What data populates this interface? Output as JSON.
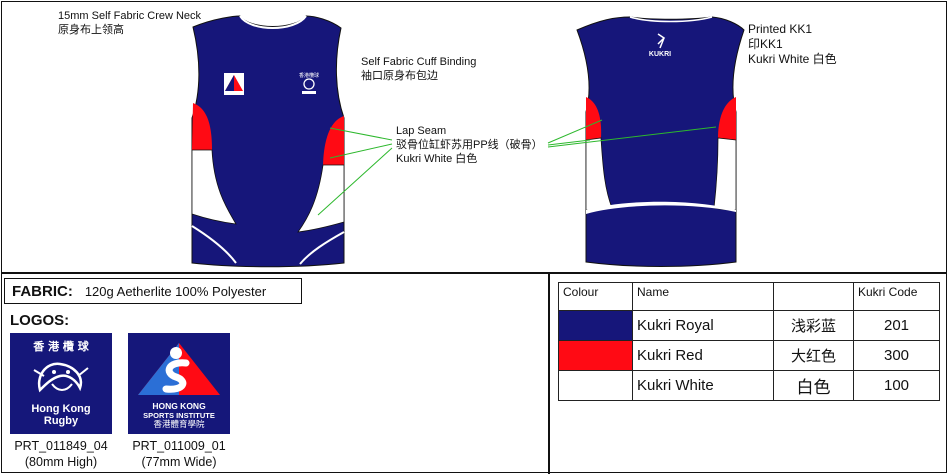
{
  "annotations": {
    "neck": {
      "en": "15mm Self Fabric Crew Neck",
      "cn": "原身布上领高"
    },
    "cuff": {
      "en": "Self Fabric Cuff Binding",
      "cn": "袖口原身布包边"
    },
    "lap": {
      "en": "Lap Seam",
      "cn": "驳骨位缸虾苏用PP线（破骨）",
      "colour": "Kukri White  白色"
    },
    "print": {
      "en": "Printed KK1",
      "cn": "印KK1",
      "colour": "Kukri White  白色"
    }
  },
  "garment_text": {
    "back_logo": "KUKRI",
    "front_badge": "香港欖球",
    "front_badge_sub": "Hong Kong Rugby"
  },
  "fabric": {
    "label": "FABRIC:",
    "value": "120g Aetherlite 100% Polyester"
  },
  "logos": {
    "title": "LOGOS:",
    "items": [
      {
        "chinese": "香 港 欖 球",
        "line1": "Hong Kong",
        "line2": "Rugby",
        "code": "PRT_011849_04",
        "size": "(80mm High)"
      },
      {
        "line1": "HONG KONG",
        "line2": "SPORTS INSTITUTE",
        "chinese": "香港體育學院",
        "code": "PRT_011009_01",
        "size": "(77mm Wide)"
      }
    ]
  },
  "colour_table": {
    "headers": [
      "Colour",
      "Name",
      "",
      "Kukri Code"
    ],
    "rows": [
      {
        "name": "Kukri Royal",
        "chinese": "浅彩蓝",
        "code": "201",
        "swatch": "#16167a"
      },
      {
        "name": "Kukri Red",
        "chinese": "大红色",
        "code": "300",
        "swatch": "#ff0a14"
      },
      {
        "name": "Kukri White",
        "chinese": "白色",
        "code": "100",
        "swatch": "#ffffff"
      }
    ]
  },
  "colors": {
    "royal": "#16167a",
    "red": "#ff0a14",
    "white": "#ffffff",
    "leader_line": "#2db82d"
  }
}
